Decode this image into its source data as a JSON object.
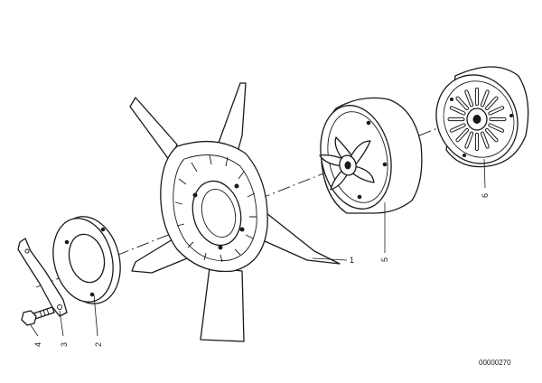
{
  "diagram": {
    "parts": [
      {
        "id": "fan",
        "label": "1"
      },
      {
        "id": "ring",
        "label": "2"
      },
      {
        "id": "bracket",
        "label": "3"
      },
      {
        "id": "bolt",
        "label": "4"
      },
      {
        "id": "cover",
        "label": "5"
      },
      {
        "id": "clutch",
        "label": "6"
      }
    ],
    "reference_number": "00000270"
  }
}
